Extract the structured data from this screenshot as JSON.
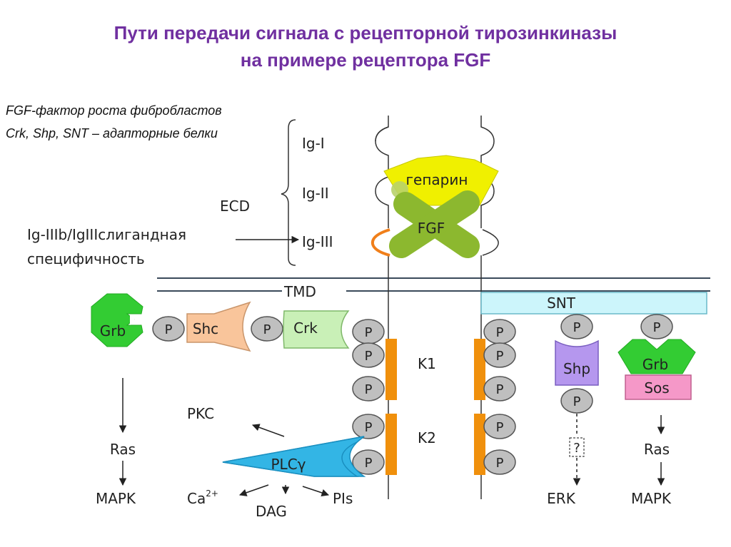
{
  "title": {
    "line1": "Пути передачи сигнала с рецепторной тирозинкиназы",
    "line2": "на примере рецептора FGF"
  },
  "legend": {
    "line1": "FGF-фактор роста фибробластов",
    "line2": "Crk, Shp, SNT – адапторные белки"
  },
  "domains": {
    "ig1": "Ig-I",
    "ig2": "Ig-II",
    "ig3": "Ig-III",
    "ecd": "ECD",
    "tmd": "TMD",
    "k1": "K1",
    "k2": "K2"
  },
  "specificity": {
    "line1": "Ig-IIIb/IgIIIслигандная",
    "line2": "специфичность"
  },
  "ligands": {
    "heparin": "гепарин",
    "fgf": "FGF"
  },
  "proteins": {
    "grb_left": "Grb",
    "shc": "Shc",
    "crk": "Crk",
    "snt": "SNT",
    "shp": "Shp",
    "grb_right": "Grb",
    "sos": "Sos",
    "plc": "PLCγ"
  },
  "phospho": "P",
  "unknown": "?",
  "outputs": {
    "ras_left": "Ras",
    "mapk_left": "MAPK",
    "pkc": "PKC",
    "ca": "Ca",
    "ca_sup": "2+",
    "dag": "DAG",
    "pis": "PIs",
    "erk": "ERK",
    "ras_right": "Ras",
    "mapk_right": "MAPK"
  },
  "colors": {
    "title": "#7030a0",
    "grb": "#33cc33",
    "shc": "#f9c59b",
    "crk": "#c9f0b7",
    "snt": "#ccf5fb",
    "shp": "#b597ee",
    "sos": "#f598c8",
    "plc": "#33b5e5",
    "kinase": "#f0900c",
    "heparin": "#f0f000",
    "fgf": "#8cb82f",
    "phospho": "#bfbfbf",
    "ig3_arc": "#f07f1a"
  }
}
